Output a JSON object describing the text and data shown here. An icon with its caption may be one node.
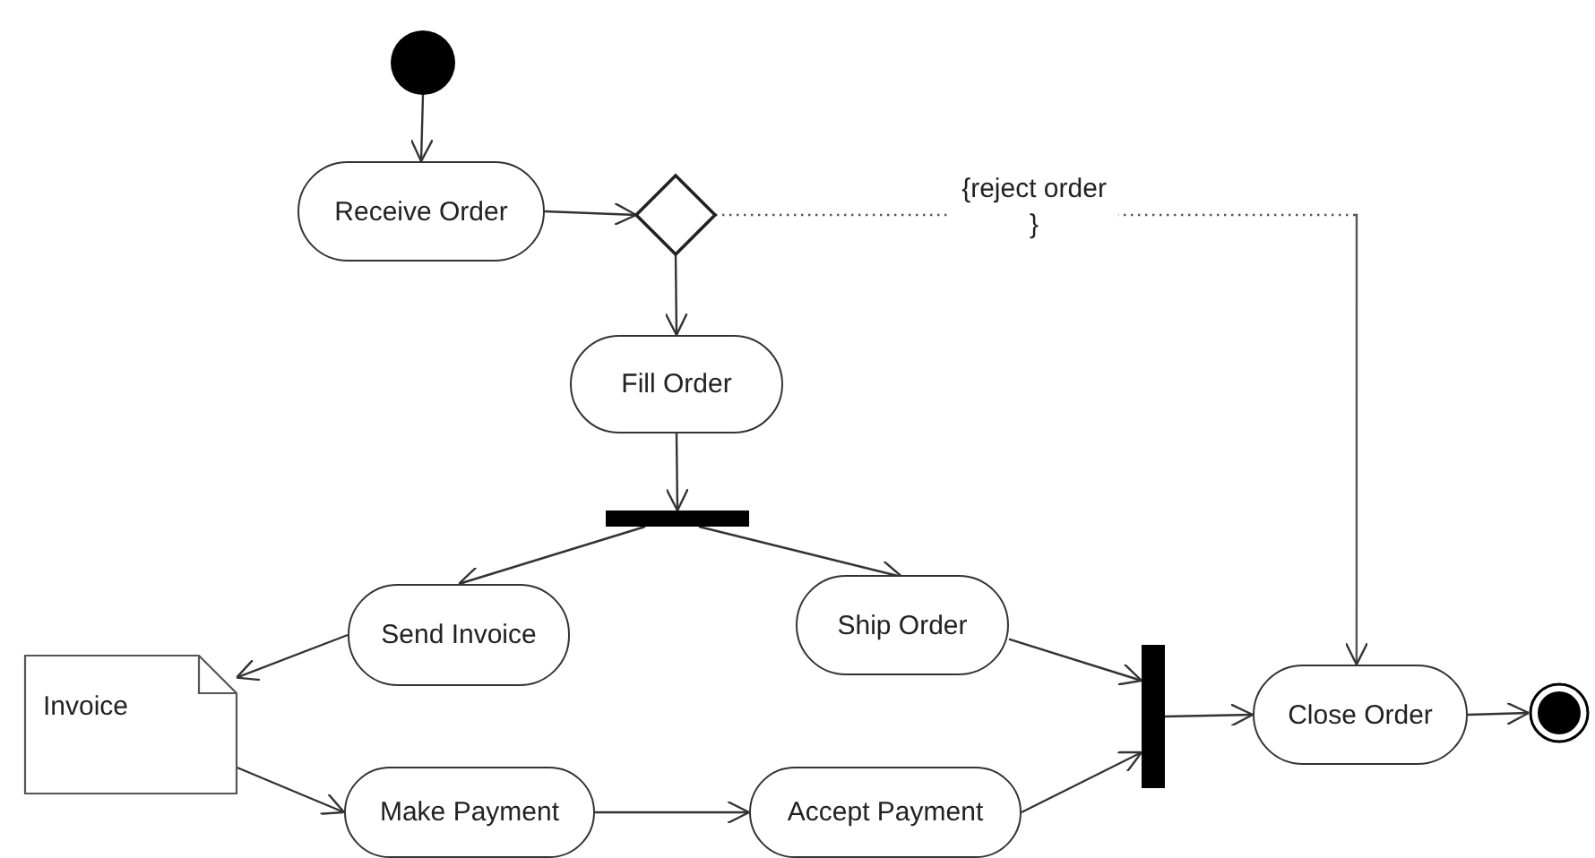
{
  "diagram": {
    "nodes": [
      {
        "text": [],
        "shape": "circle"
      },
      {
        "text": [
          "Receive Order"
        ]
      },
      {
        "text": [],
        "shape": "diamond"
      },
      {
        "text": [
          "Fill Order"
        ]
      },
      {
        "text": [],
        "shape": "bar"
      },
      {
        "text": [
          "Send Invoice"
        ]
      },
      {
        "text": [
          "Ship Order"
        ]
      },
      {
        "text": [
          "Invoice"
        ]
      },
      {
        "text": [
          "Make Payment"
        ]
      },
      {
        "text": [
          "Accept Payment"
        ]
      },
      {
        "text": [],
        "shape": "bar"
      },
      {
        "text": [
          "Close Order"
        ]
      },
      {
        "text": [],
        "shape": "circle"
      }
    ],
    "edges": [
      {
        "from": 0,
        "to": 1,
        "arrow": "to"
      },
      {
        "from": 1,
        "to": 2,
        "arrow": "to"
      },
      {
        "from": 2,
        "to": 3,
        "arrow": "to"
      },
      {
        "from": 2,
        "to": 11,
        "arrow": "to",
        "label": "{reject order }",
        "style": "dashed"
      },
      {
        "from": 3,
        "to": 4,
        "arrow": "to"
      },
      {
        "from": 4,
        "to": 5,
        "arrow": "to"
      },
      {
        "from": 4,
        "to": 6,
        "arrow": "to"
      },
      {
        "from": 5,
        "to": 7,
        "arrow": "to"
      },
      {
        "from": 7,
        "to": 8,
        "arrow": "to"
      },
      {
        "from": 8,
        "to": 9,
        "arrow": "to"
      },
      {
        "from": 6,
        "to": 10,
        "arrow": "to"
      },
      {
        "from": 9,
        "to": 10,
        "arrow": "to"
      },
      {
        "from": 10,
        "to": 11,
        "arrow": "to"
      },
      {
        "from": 11,
        "to": 12,
        "arrow": "to"
      }
    ]
  }
}
